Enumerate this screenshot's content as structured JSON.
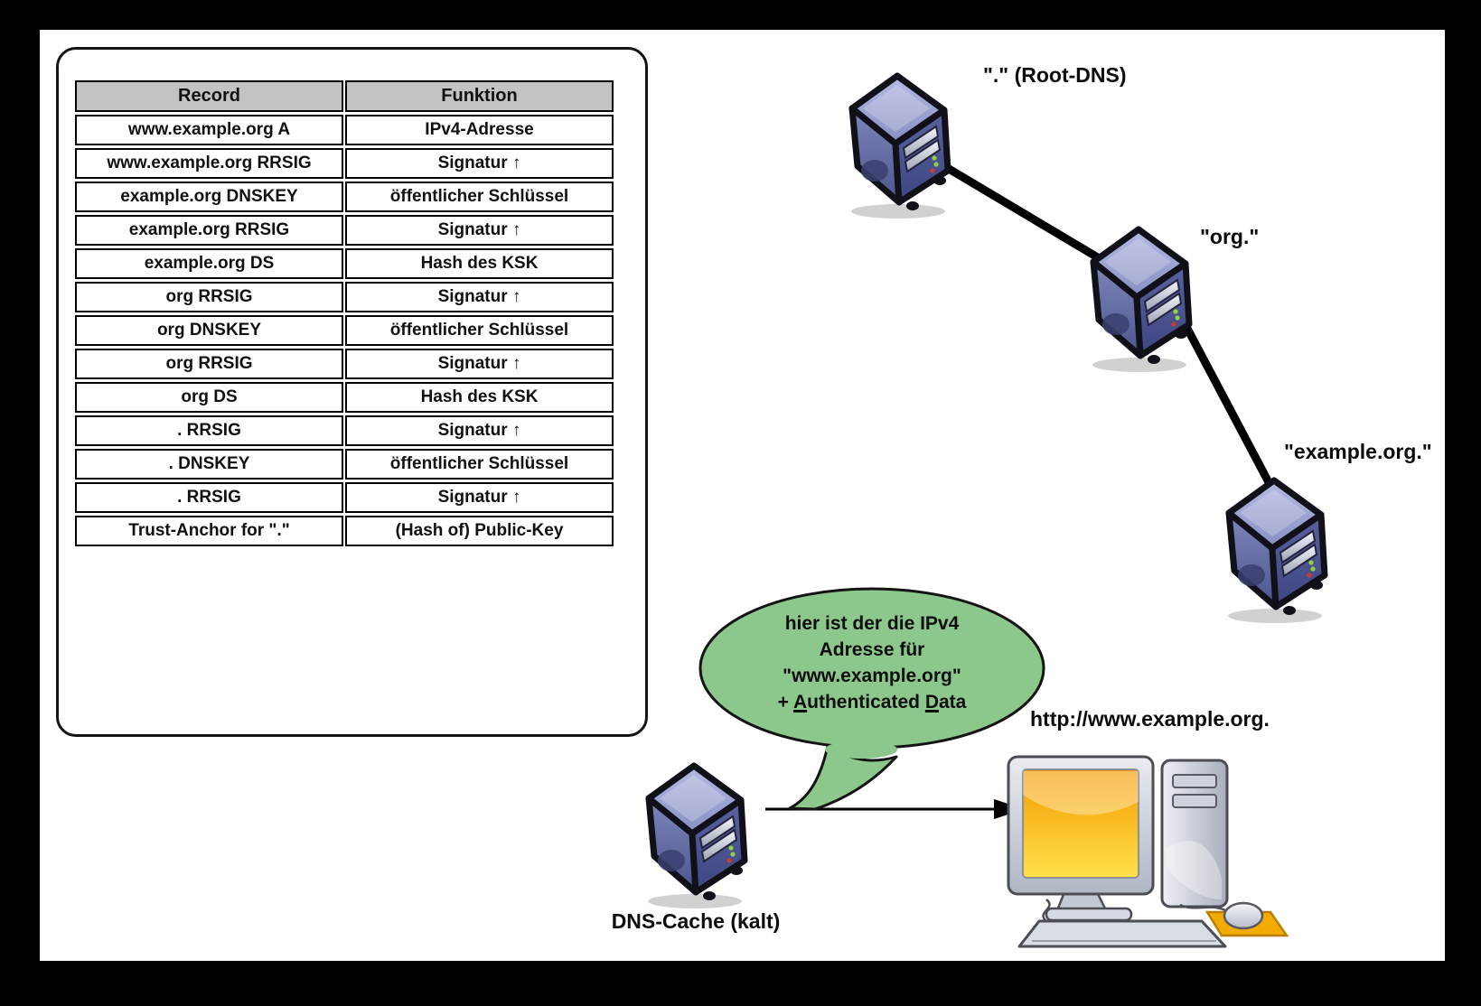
{
  "panel": {
    "table": {
      "headers": [
        "Record",
        "Funktion"
      ],
      "rows": [
        {
          "r": "www.example.org A",
          "f": "IPv4-Adresse"
        },
        {
          "r": "www.example.org RRSIG",
          "f": "Signatur ↑"
        },
        {
          "r": "example.org DNSKEY",
          "f": "öffentlicher Schlüssel"
        },
        {
          "r": "example.org RRSIG",
          "f": "Signatur ↑"
        },
        {
          "r": "example.org DS",
          "f": "Hash des KSK"
        },
        {
          "r": "org RRSIG",
          "f": "Signatur ↑"
        },
        {
          "r": "org DNSKEY",
          "f": "öffentlicher Schlüssel"
        },
        {
          "r": "org RRSIG",
          "f": "Signatur ↑"
        },
        {
          "r": "org DS",
          "f": "Hash des KSK"
        },
        {
          "r": ". RRSIG",
          "f": "Signatur ↑"
        },
        {
          "r": ". DNSKEY",
          "f": "öffentlicher Schlüssel"
        },
        {
          "r": ". RRSIG",
          "f": "Signatur ↑"
        },
        {
          "r": "Trust-Anchor for \".\"",
          "f": "(Hash of) Public-Key"
        }
      ]
    }
  },
  "topology": {
    "root_label": "\".\" (Root-DNS)",
    "org_label": "\"org.\"",
    "example_label": "\"example.org.\"",
    "cache_label": "DNS-Cache (kalt)"
  },
  "bubble": {
    "line1": "hier ist der die IPv4",
    "line2": "Adresse für",
    "line3": "\"www.example.org\"",
    "line4": {
      "prefix": "+ ",
      "a": "A",
      "mid": "uthenticated ",
      "d": "D",
      "suffix": "ata"
    }
  },
  "client": {
    "url_label": "http://www.example.org."
  },
  "icons": [
    "server-icon",
    "workstation-icon",
    "speech-bubble",
    "arrow-right-icon"
  ],
  "colors": {
    "bubble_green": "#8cc88c",
    "table_header_gray": "#c3c3c3",
    "frame_black": "#000000",
    "server_blue_front": "#3e4682",
    "server_blue_top": "#a9b0da",
    "screen_orange": "#f59b00",
    "mousepad_orange": "#f2ab00"
  }
}
